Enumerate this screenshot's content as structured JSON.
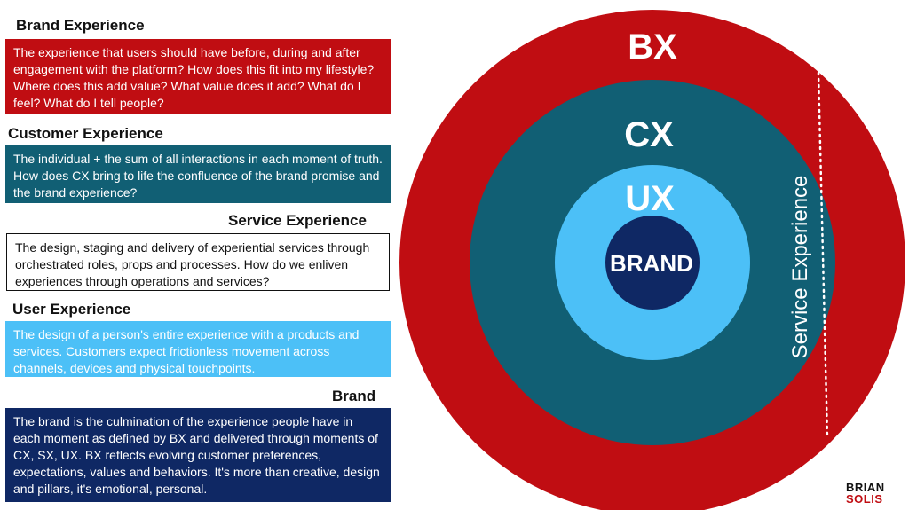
{
  "sections": {
    "brand_experience": {
      "heading": "Brand Experience",
      "text": "The experience that users should have before, during and after engagement with the platform? How does this fit into my lifestyle? Where does this add value? What value does it add? What do I feel? What do I tell people?"
    },
    "customer_experience": {
      "heading": "Customer Experience",
      "text": "The individual + the sum of all interactions in each moment of truth. How does CX bring to life the confluence of the brand promise and the brand experience?"
    },
    "service_experience": {
      "heading": "Service Experience",
      "text": "The design, staging and delivery of experiential services through orchestrated roles, props and processes. How do we enliven experiences through operations and services?"
    },
    "user_experience": {
      "heading": "User Experience",
      "text": "The design of a person's entire experience with a products and services. Customers expect frictionless movement across channels, devices and physical touchpoints."
    },
    "brand": {
      "heading": "Brand",
      "text": "The brand is the culmination of the experience people have in each moment as defined by BX and delivered through moments of CX, SX, UX. BX reflects evolving customer preferences, expectations, values and behaviors. It's more than creative, design and pillars, it's emotional, personal."
    }
  },
  "diagram": {
    "rings": {
      "bx": {
        "label": "BX",
        "color": "#c00d12"
      },
      "cx": {
        "label": "CX",
        "color": "#115f74"
      },
      "ux": {
        "label": "UX",
        "color": "#4cc0f7"
      },
      "brand": {
        "label": "BRAND",
        "color": "#0f2864"
      }
    },
    "service_label": "Service Experience"
  },
  "logo": {
    "line1": "BRIAN",
    "line2": "SOLIS"
  },
  "colors": {
    "red": "#c00d12",
    "teal": "#115f74",
    "sky": "#4cc0f7",
    "navy": "#0f2864"
  }
}
